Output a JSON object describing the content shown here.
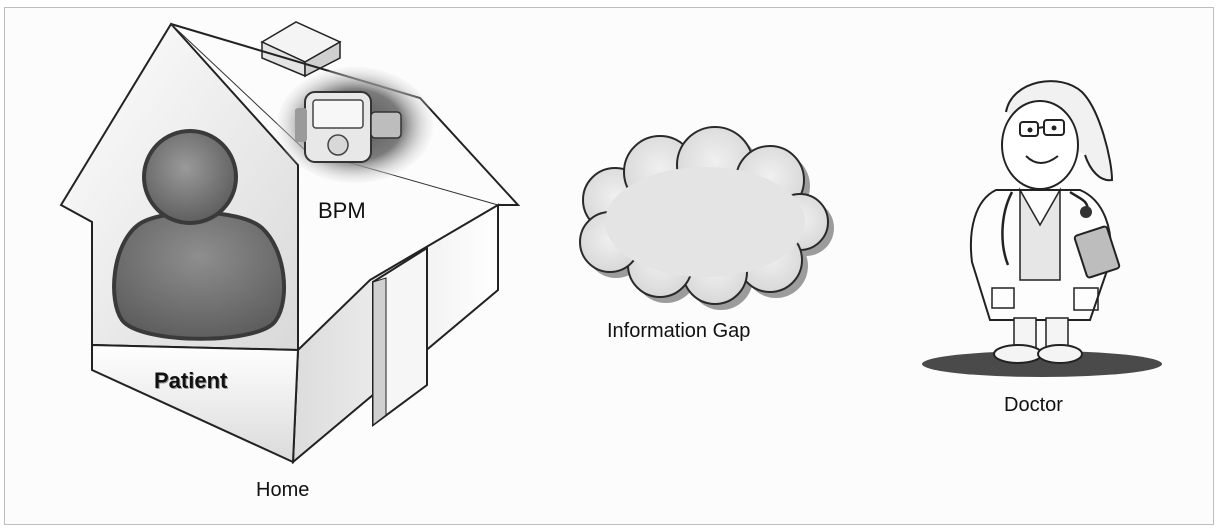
{
  "labels": {
    "bpm": "BPM",
    "patient": "Patient",
    "home": "Home",
    "info_gap": "Information Gap",
    "doctor": "Doctor"
  },
  "icons": {
    "house": "house-icon",
    "monitor": "blood-pressure-monitor-icon",
    "patient": "person-silhouette-icon",
    "cloud": "cloud-icon",
    "doctor": "doctor-icon"
  },
  "colors": {
    "patient_fill": "#6f6f6f",
    "patient_outline": "#3a3a3a",
    "cloud_fill": "#e6e6e6",
    "doctor_shadow": "#4a4a4a"
  }
}
